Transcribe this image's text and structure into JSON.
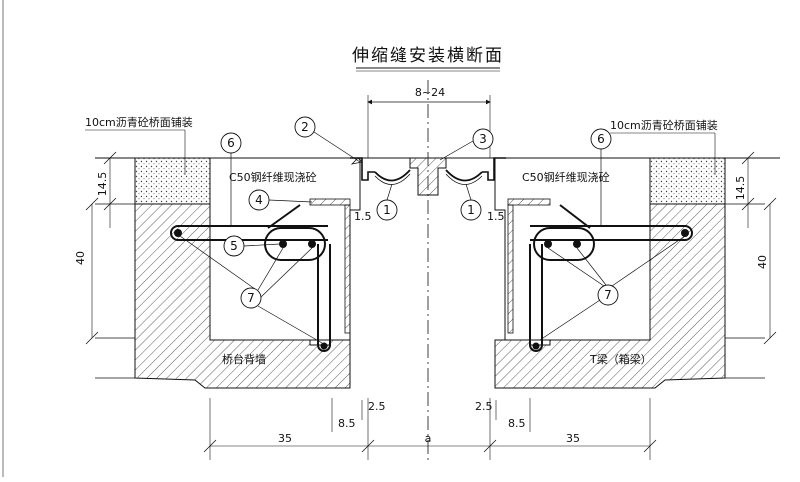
{
  "title": "伸缩缝安装横断面",
  "labels": {
    "paving_left": "10cm沥青砼桥面铺装",
    "paving_right": "10cm沥青砼桥面铺装",
    "concrete_left": "C50钢纤维现浇砼",
    "concrete_right": "C50钢纤维现浇砼",
    "abutment": "桥台背墙",
    "beam": "T梁（箱梁）"
  },
  "callouts": {
    "c1": "1",
    "c2": "2",
    "c3": "3",
    "c4": "4",
    "c5": "5",
    "c6": "6",
    "c7": "7"
  },
  "dimensions": {
    "gap_range": "8~24",
    "gap": "a",
    "width_left": "35",
    "width_right": "35",
    "height_left": "40",
    "height_right": "40",
    "paving_left": "14.5",
    "paving_right": "14.5",
    "step_left": "1.5",
    "step_right": "1.5",
    "offset_left": "2.5",
    "offset_right": "2.5",
    "bar_left": "8.5",
    "bar_right": "8.5"
  },
  "colors": {
    "line": "#111111",
    "hatch": "#333333"
  }
}
